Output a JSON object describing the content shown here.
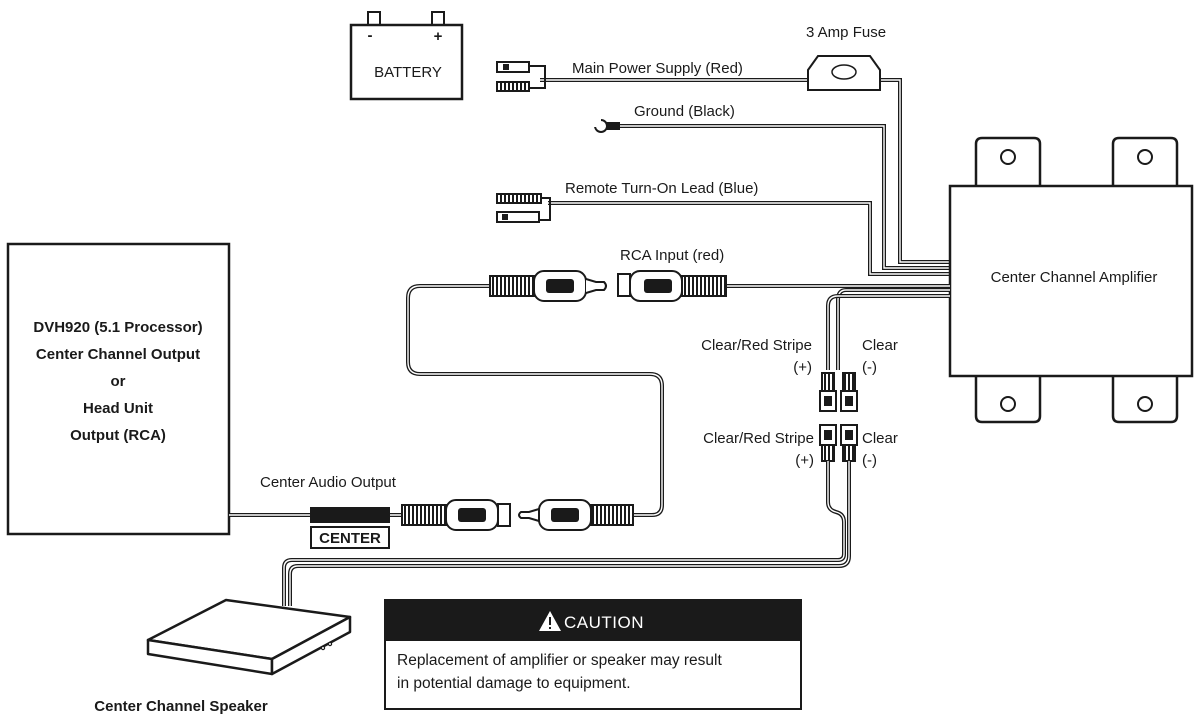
{
  "battery": {
    "label": "BATTERY",
    "neg_terminal": "-",
    "pos_terminal": "+"
  },
  "fuse": {
    "label": "3 Amp Fuse"
  },
  "wires": {
    "main_power": "Main Power Supply (Red)",
    "ground": "Ground (Black)",
    "remote": "Remote Turn-On Lead (Blue)",
    "rca_input": "RCA Input (red)",
    "center_audio": "Center Audio Output"
  },
  "amplifier": {
    "label": "Center Channel Amplifier"
  },
  "processor": {
    "lines": [
      "DVH920 (5.1 Processor)",
      "Center Channel Output",
      "or",
      "Head Unit",
      "Output (RCA)"
    ]
  },
  "center_tag": "CENTER",
  "speaker_terminals": {
    "upper_pos_label": "Clear/Red Stripe",
    "upper_pos_sign": "(+)",
    "upper_neg_label": "Clear",
    "upper_neg_sign": "(-)",
    "lower_pos_label": "Clear/Red Stripe",
    "lower_pos_sign": "(+)",
    "lower_neg_label": "Clear",
    "lower_neg_sign": "(-)"
  },
  "speaker": {
    "label": "Center Channel Speaker"
  },
  "caution": {
    "icon": "warning-triangle-icon",
    "title": "CAUTION",
    "line1": "Replacement of amplifier or speaker may result",
    "line2": "in potential damage to equipment."
  }
}
